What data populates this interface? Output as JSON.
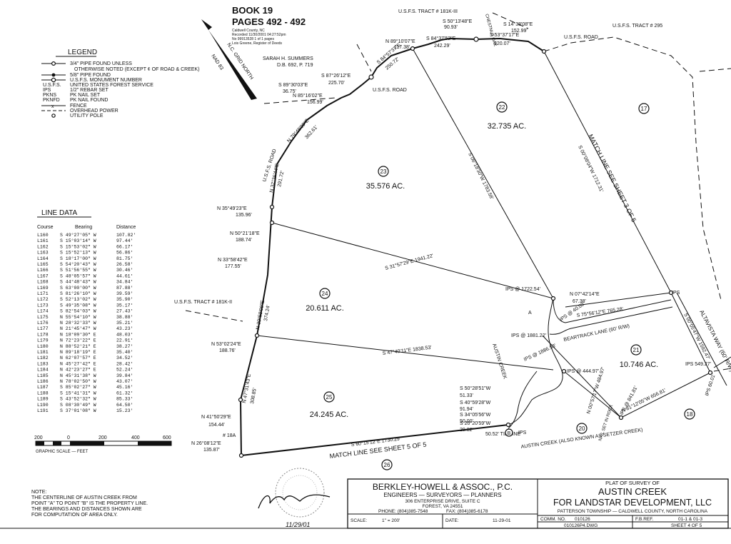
{
  "header": {
    "book": "BOOK 19",
    "pages": "PAGES 492 - 492",
    "recording": [
      "Caldwell County, NC",
      "Recorded 11/30/2001 04:27:52pm",
      "No 99913528 1 of 1 pages",
      "Lois Greene, Register of Deeds"
    ]
  },
  "north": {
    "label": "N.C. GRID NORTH",
    "datum": "NAD 83"
  },
  "legend": {
    "title": "LEGEND",
    "items": [
      "3/4\" PIPE FOUND UNLESS",
      "OTHERWISE NOTED (EXCEPT ¢ OF ROAD & CREEK)",
      "5/8\" PIPE FOUND",
      "U.S.F.S. MONUMENT NUMBER",
      "UNITED STATES FOREST SERVICE",
      "1/2\" REBAR SET",
      "PK NAIL SET",
      "PK NAIL FOUND",
      "FENCE",
      "OVERHEAD POWER",
      "UTILITY POLE"
    ],
    "abbrevs": [
      "U.S.F.S.",
      "IPS",
      "PKNS",
      "PKNFD"
    ]
  },
  "line_data": {
    "title": "LINE DATA",
    "headers": [
      "Course",
      "Bearing",
      "Distance"
    ],
    "rows": [
      [
        "L160",
        "S 49°27'05\" W",
        "107.82'"
      ],
      [
        "L161",
        "S 15°03'14\" W",
        "97.44'"
      ],
      [
        "L162",
        "S 15°53'02\" W",
        "66.17'"
      ],
      [
        "L163",
        "S 15°52'13\" W",
        "56.86'"
      ],
      [
        "L164",
        "S 18°17'00\" W",
        "81.75'"
      ],
      [
        "L165",
        "S 54°20'43\" W",
        "26.58'"
      ],
      [
        "L166",
        "S 51°56'55\" W",
        "30.46'"
      ],
      [
        "L167",
        "S 48°05'57\" W",
        "44.61'"
      ],
      [
        "L168",
        "S 44°48'43\" W",
        "34.84'"
      ],
      [
        "L169",
        "S 63°00'00\" W",
        "87.88'"
      ],
      [
        "L171",
        "S 81°26'10\" W",
        "39.59'"
      ],
      [
        "L172",
        "S 52°13'02\" W",
        "35.90'"
      ],
      [
        "L173",
        "S 49°35'08\" W",
        "35.17'"
      ],
      [
        "L174",
        "S 82°54'03\" W",
        "27.43'"
      ],
      [
        "L175",
        "N 55°54'10\" W",
        "38.88'"
      ],
      [
        "L176",
        "N 28°32'33\" W",
        "35.21'"
      ],
      [
        "L177",
        "N 21°45'47\" W",
        "43.23'"
      ],
      [
        "L178",
        "N 18°09'30\" E",
        "48.03'"
      ],
      [
        "L179",
        "N 72°23'22\" E",
        "22.91'"
      ],
      [
        "L180",
        "N 88°52'21\" E",
        "38.27'"
      ],
      [
        "L181",
        "N 89°18'19\" E",
        "35.40'"
      ],
      [
        "L182",
        "N 62°07'57\" E",
        "34.52'"
      ],
      [
        "L183",
        "N 45°27'42\" E",
        "28.42'"
      ],
      [
        "L184",
        "N 42°23'27\" E",
        "52.24'"
      ],
      [
        "L185",
        "N 45°31'38\" W",
        "39.84'"
      ],
      [
        "L186",
        "N 78°02'50\" W",
        "43.07'"
      ],
      [
        "L187",
        "S 85°02'27\" W",
        "45.16'"
      ],
      [
        "L188",
        "S 15°41'31\" W",
        "61.32'"
      ],
      [
        "L189",
        "S 43°52'32\" W",
        "85.33'"
      ],
      [
        "L190",
        "S 08°30'49\" W",
        "64.50'"
      ],
      [
        "L191",
        "S 37°01'08\" W",
        "15.23'"
      ]
    ]
  },
  "scale": {
    "ticks": [
      "200",
      "0",
      "200",
      "400",
      "600"
    ],
    "label": "GRAPHIC SCALE — FEET"
  },
  "note": {
    "title": "NOTE:",
    "lines": [
      "THE CENTERLINE OF AUSTIN CREEK FROM",
      "POINT \"A\" TO POINT \"B\" IS THE PROPERTY LINE.",
      "THE BEARINGS AND DISTANCES SHOWN ARE",
      "FOR COMPUTATION OF AREA ONLY."
    ]
  },
  "signature": {
    "date": "11/29/01"
  },
  "tracts": [
    {
      "num": "23",
      "area": "35.576 AC."
    },
    {
      "num": "22",
      "area": "32.735 AC."
    },
    {
      "num": "17",
      "area": ""
    },
    {
      "num": "24",
      "area": "20.611 AC."
    },
    {
      "num": "21",
      "area": "10.746 AC."
    },
    {
      "num": "25",
      "area": "24.245 AC."
    },
    {
      "num": "20",
      "area": ""
    },
    {
      "num": "18",
      "area": ""
    },
    {
      "num": "26",
      "area": ""
    }
  ],
  "labels": {
    "tract_181k_top": "U.S.F.S. TRACT # 181K-III",
    "tract_295": "U.S.F.S. TRACT # 295",
    "usfs_road_top": "U.S.F.S. ROAD",
    "usfs_road_mid": "U.S.F.S. ROAD",
    "usfs_road_left": "U.S.F.S. ROAD",
    "tract_181k_left": "U.S.F.S. TRACT # 181K-II",
    "summers": "SARAH H. SUMMERS",
    "summers_db": "D.B. 692, P. 719",
    "chestnut": "CHESTNUT OAK",
    "match_top": "MATCH LINE SEE SHEET 3 OF 5",
    "match_bottom": "MATCH LINE SEE SHEET 5 OF 5",
    "altavista": "ALTAVISTA WAY (60' R/W)",
    "beartrack": "BEARTRACK LANE (60' R/W)",
    "austin_creek": "AUSTIN CREEK",
    "austin_note": "AUSTIN CREEK (ALSO KNOWN AS SETZER CREEK)",
    "tie_line": "50.52' TIE LINE",
    "nail": "NAIL SET IN ROCK",
    "point_a": "A",
    "point_b": "B",
    "pin_18a": "# 18A"
  },
  "calls": [
    "N 89°10'07\"E",
    "117.38'",
    "S 50°13'48\"E",
    "90.93'",
    "S 84°37'52\"E",
    "242.29'",
    "S 53°37'17\"E",
    "320.07'",
    "S 14°38'08\"E",
    "152.99'",
    "S 84°57'37\"E",
    "250.72'",
    "S 87°26'12\"E",
    "225.70'",
    "S 89°30'03\"E",
    "36.75'",
    "N 85°16'02\"E",
    "156.99'",
    "N 79°48'09\"E",
    "362.61'",
    "N 32°36'44\"E",
    "291.72'",
    "N 35°49'23\"E",
    "135.96'",
    "N 50°21'18\"E",
    "188.74'",
    "N 33°58'42\"E",
    "177.55'",
    "N 39°59'09\"E",
    "374.24'",
    "N 53°02'24\"E",
    "188.76'",
    "N 47°31'43\"E",
    "308.85'",
    "N 41°50'29\"E",
    "154.44'",
    "N 26°08'12\"E",
    "135.87'",
    "S 60°15'12\"E 1730.29'",
    "S 31°57'29\"E 1941.22'",
    "S 47°40'11\"E 1838.53'",
    "S 06°18'30\"W 1783.58'",
    "S 00°08'04\"W 1712.31'",
    "N 07°42'14\"E",
    "67.38'",
    "S 75°56'12\"E 765.28'",
    "S 00°05'47\"W 1592.47'",
    "N 81°12'05\"W 656.81'",
    "N 00°57'17\"W 484.97'",
    "S 50°28'51\"W",
    "51.33'",
    "S 40°59'28\"W",
    "91.94'",
    "S 34°05'56\"W",
    "50.00'",
    "S 20°20'59\"W",
    "29.82'"
  ],
  "ips": [
    "IPS @ 1722.54'",
    "IPS @ 40.00'",
    "IPS @ 1881.22'",
    "IPS @ 1886.53'",
    "IPS @ 444.97'",
    "IPS @ 841.81'",
    "IPS 549.27'",
    "IPS 60.01'",
    "IPS",
    "IPS"
  ],
  "title_block": {
    "firm": "BERKLEY-HOWELL & ASSOC., P.C.",
    "services": "ENGINEERS — SURVEYORS — PLANNERS",
    "addr1": "306 ENTERPRISE DRIVE, SUITE C",
    "addr2": "FOREST, VA 24551",
    "phone": "PHONE: (804)385-7548",
    "fax": "FAX: (804)385-6178",
    "plat_of": "PLAT OF SURVEY OF",
    "project": "AUSTIN CREEK",
    "for": "FOR LANDSTAR DEVELOPMENT, LLC",
    "location": "PATTERSON TOWNSHIP — CALDWELL COUNTY, NORTH CAROLINA",
    "scale_label": "SCALE:",
    "scale_val": "1\" = 200'",
    "date_label": "DATE:",
    "date_val": "11-29-01",
    "comm_label": "COMM. NO.",
    "comm_val": "010126",
    "fbref_label": "F.B.REF.",
    "fbref_val": "01-1 & 01-3",
    "dwg": "010126P4.DWG",
    "sheet": "SHEET 4 OF 5"
  }
}
